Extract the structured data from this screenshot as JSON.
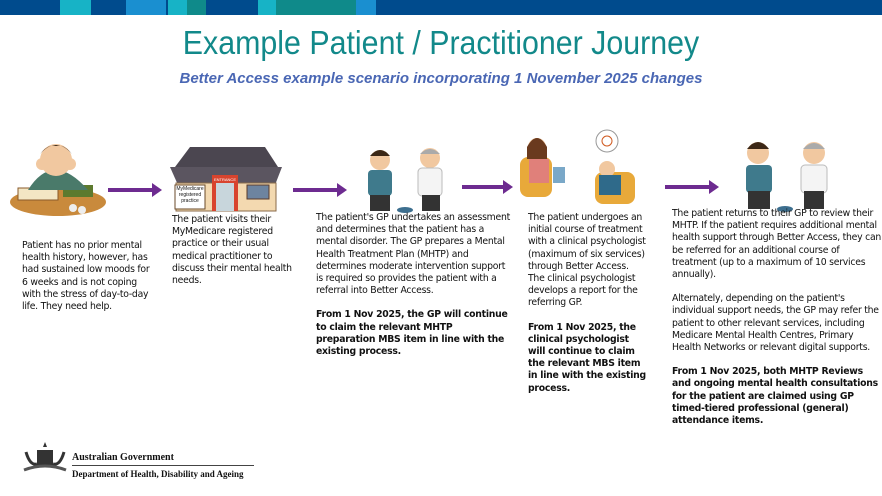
{
  "header": {
    "title": "Example Patient / Practitioner Journey",
    "subtitle": "Better Access example scenario incorporating 1 November 2025 changes"
  },
  "colors": {
    "title": "#12898a",
    "subtitle": "#4a67b4",
    "arrow": "#6d2b90",
    "bar": "#004b8d"
  },
  "illustrations": {
    "clinic_sign": "MyMedicare registered practice",
    "clinic_entrance": "ENTRANCE"
  },
  "steps": [
    {
      "text": "Patient has no prior mental health history, however, has had sustained low moods for 6 weeks and is not coping with the stress of day-to-day life. They need help."
    },
    {
      "text": "The patient visits their MyMedicare registered practice or their usual medical practitioner to discuss their mental health needs."
    },
    {
      "text": "The patient's GP undertakes an assessment and determines that the patient has a mental disorder. The GP prepares a Mental Health Treatment Plan (MHTP) and determines moderate intervention support is required so provides the patient with a referral into Better Access.",
      "note": "From 1 Nov 2025, the GP will continue to claim the relevant MHTP preparation MBS item in line with the existing process."
    },
    {
      "text": "The patient undergoes an initial course of treatment with a clinical psychologist (maximum of six services) through Better Access. The clinical psychologist develops a report for the referring GP.",
      "note": "From 1 Nov 2025, the clinical psychologist will continue to claim the relevant MBS item in line with the existing process."
    },
    {
      "text": "The patient returns to their GP to review their MHTP. If the patient requires additional mental health support through Better Access, they can be referred for an additional course of treatment (up to a maximum of 10 services annually).",
      "text2": "Alternately, depending on the patient's individual support needs, the GP may refer the patient to other relevant services, including Medicare Mental Health Centres, Primary Health Networks or relevant digital supports.",
      "note": "From 1 Nov 2025, both MHTP Reviews and ongoing mental health consultations for the patient are claimed using GP timed-tiered professional (general) attendance items."
    }
  ],
  "footer": {
    "org": "Australian Government",
    "department": "Department of Health, Disability and Ageing"
  }
}
